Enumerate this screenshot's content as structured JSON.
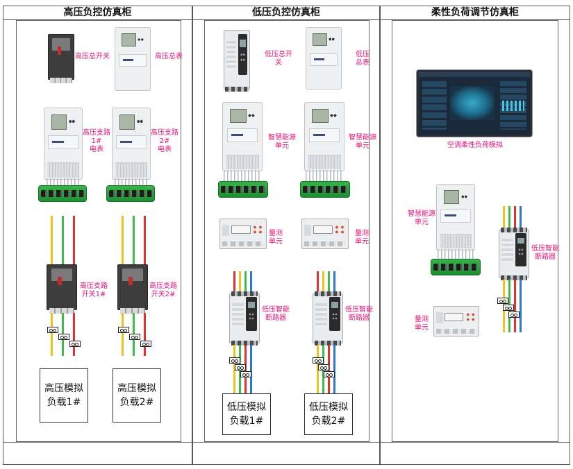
{
  "cabinets": [
    {
      "title": "高压负控仿真柜",
      "labels": {
        "main_switch": "高压总开关",
        "main_meter": "高压总表",
        "branch_meter_1": "高压支路\n1#\n电表",
        "branch_meter_2": "高压支路\n2#\n电表",
        "branch_switch_1": "高压支路\n开关1#",
        "branch_switch_2": "高压支路\n开关2#"
      },
      "loads": [
        "高压模拟\n负载1#",
        "高压模拟\n负载2#"
      ]
    },
    {
      "title": "低压负控仿真柜",
      "labels": {
        "main_switch": "低压总开\n关",
        "main_meter": "低压\n总表",
        "energy_unit_1": "智慧能源\n单元",
        "energy_unit_2": "智慧能源\n单元",
        "measure_1": "量测\n单元",
        "measure_2": "量测\n单元",
        "breaker_1": "低压智能\n断路器",
        "breaker_2": "低压智能\n断路器"
      },
      "loads": [
        "低压模拟\n负载1#",
        "低压模拟\n负载2#"
      ]
    },
    {
      "title": "柔性负荷调节仿真柜",
      "labels": {
        "screen": "空调柔性负荷模拟",
        "energy_unit": "智慧能源\n单元",
        "breaker": "低压智能\n断路器",
        "measure": "量测\n单元"
      }
    }
  ],
  "colors": {
    "label": "#e8117a",
    "wire_yellow": "#f2c21b",
    "wire_green": "#3ebd4a",
    "wire_red": "#e23131",
    "wire_blue": "#2b78d6"
  }
}
